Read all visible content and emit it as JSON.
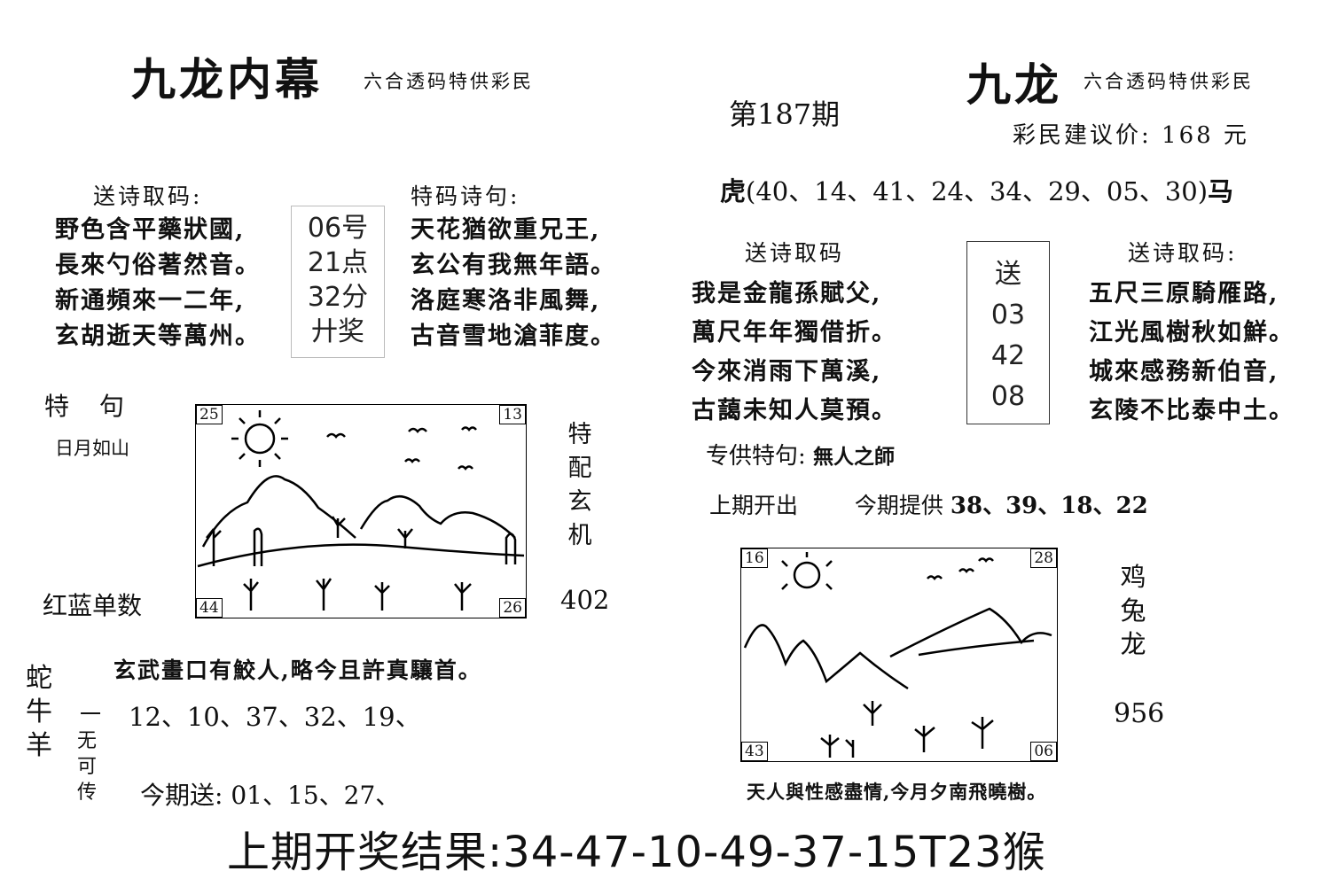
{
  "left": {
    "title": "九龙内幕",
    "subtitle": "六合透码特供彩民",
    "poem_heading": "送诗取码:",
    "poem_lines": [
      "野色含平藥狀國,",
      "長來勺俗著然音。",
      "新通頻來一二年,",
      "玄胡逝天等萬州。"
    ],
    "code_box": [
      "06号",
      "21点",
      "32分",
      "廾奖"
    ],
    "special_heading": "特码诗句:",
    "special_lines": [
      "天花猶欲重兄王,",
      "玄公有我無年語。",
      "洛庭寒洛非風舞,",
      "古音雪地滄菲度。"
    ],
    "te_ju_label": "特　句",
    "te_ju_text": "日月如山",
    "pic_numbers": {
      "top_left": "25",
      "top_right": "13",
      "bottom_left": "44",
      "bottom_right": "26"
    },
    "side_vertical": "特配玄机",
    "side_number": "402",
    "hong_lan": "红蓝单数",
    "animals_vertical": "蛇牛羊",
    "verse": "玄武畫口有鮫人,略今且許真驤首。",
    "yi_label": "一",
    "numbers_line": [
      "12",
      "10",
      "37",
      "32",
      "19"
    ],
    "wu_ke_chuan": "无可传",
    "jinqi_label": "今期送:",
    "jinqi_numbers": [
      "01",
      "15",
      "27"
    ]
  },
  "center": {
    "issue": "第187期"
  },
  "right": {
    "title": "九龙",
    "subtitle": "六合透码特供彩民",
    "price_label": "彩民建议价:",
    "price_value": "168 元",
    "tiger_label": "虎",
    "tiger_numbers": [
      "40",
      "14",
      "41",
      "24",
      "34",
      "29",
      "05",
      "30"
    ],
    "horse_label": "马",
    "poem_heading_left": "送诗取码",
    "poem_lines_left": [
      "我是金龍孫賦父,",
      "萬尺年年獨借折。",
      "今來消雨下萬溪,",
      "古藹未知人莫預。"
    ],
    "send_box": [
      "送",
      "03",
      "42",
      "08"
    ],
    "poem_heading_right": "送诗取码:",
    "poem_lines_right": [
      "五尺三原騎雁路,",
      "江光風樹秋如鮮。",
      "城來感務新伯音,",
      "玄陵不比泰中土。"
    ],
    "special_label": "专供特句:",
    "special_text": "無人之師",
    "last_label": "上期开出",
    "this_label": "今期提供",
    "provide_numbers": [
      "38",
      "39",
      "18",
      "22"
    ],
    "pic_numbers": {
      "top_left": "16",
      "top_right": "28",
      "bottom_left": "43",
      "bottom_right": "06"
    },
    "side_vertical": "鸡兔龙",
    "side_number": "956",
    "pic_caption": "天人與性感盡情,今月夕南飛曉樹。"
  },
  "footer": {
    "result": "上期开奖结果:34-47-10-49-37-15T23猴"
  }
}
